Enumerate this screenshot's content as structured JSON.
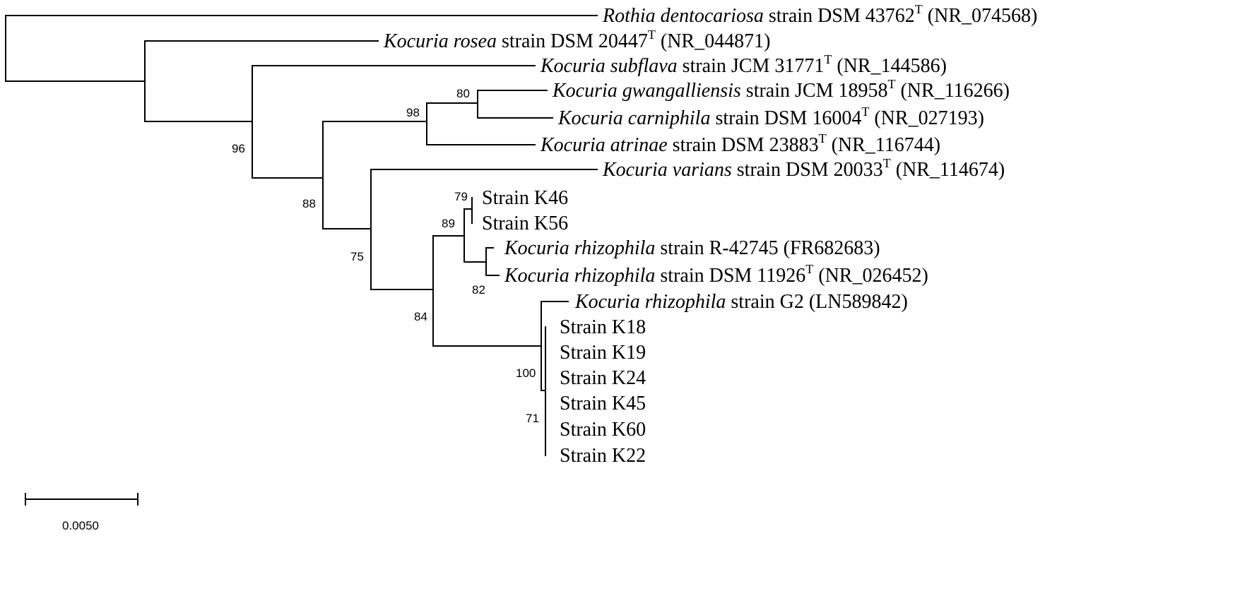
{
  "taxa": [
    {
      "id": "rothia",
      "species": "Rothia dentocariosa",
      "strain": " strain DSM 43762",
      "type": "T",
      "acc": " (NR_074568)"
    },
    {
      "id": "rosea",
      "species": "Kocuria rosea",
      "strain": " strain DSM 20447",
      "type": "T",
      "acc": " (NR_044871)"
    },
    {
      "id": "subflava",
      "species": "Kocuria subflava",
      "strain": " strain JCM 31771",
      "type": "T",
      "acc": " (NR_144586)"
    },
    {
      "id": "gwang",
      "species": "Kocuria gwangalliensis",
      "strain": " strain JCM 18958",
      "type": "T",
      "acc": " (NR_116266)"
    },
    {
      "id": "carni",
      "species": "Kocuria carniphila",
      "strain": " strain DSM 16004",
      "type": "T",
      "acc": " (NR_027193)"
    },
    {
      "id": "atrinae",
      "species": "Kocuria atrinae",
      "strain": " strain DSM 23883",
      "type": "T",
      "acc": " (NR_116744)"
    },
    {
      "id": "varians",
      "species": "Kocuria varians",
      "strain": " strain DSM 20033",
      "type": "T",
      "acc": " (NR_114674)"
    },
    {
      "id": "k46",
      "species": "",
      "strain": "Strain K46",
      "type": "",
      "acc": ""
    },
    {
      "id": "k56",
      "species": "",
      "strain": "Strain K56",
      "type": "",
      "acc": ""
    },
    {
      "id": "rhizoR",
      "species": "Kocuria rhizophila",
      "strain": " strain R-42745",
      "type": "",
      "acc": " (FR682683)"
    },
    {
      "id": "rhizoDSM",
      "species": "Kocuria rhizophila",
      "strain": " strain DSM 11926",
      "type": "T",
      "acc": " (NR_026452)"
    },
    {
      "id": "rhizoG2",
      "species": "Kocuria rhizophila",
      "strain": " strain G2",
      "type": "",
      "acc": " (LN589842)"
    },
    {
      "id": "k18",
      "species": "",
      "strain": "Strain K18",
      "type": "",
      "acc": ""
    },
    {
      "id": "k19",
      "species": "",
      "strain": "Strain K19",
      "type": "",
      "acc": ""
    },
    {
      "id": "k24",
      "species": "",
      "strain": "Strain K24",
      "type": "",
      "acc": ""
    },
    {
      "id": "k45",
      "species": "",
      "strain": "Strain K45",
      "type": "",
      "acc": ""
    },
    {
      "id": "k60",
      "species": "",
      "strain": "Strain K60",
      "type": "",
      "acc": ""
    },
    {
      "id": "k22",
      "species": "",
      "strain": "Strain K22",
      "type": "",
      "acc": ""
    }
  ],
  "bootstrap": [
    {
      "id": "bs96",
      "value": "96"
    },
    {
      "id": "bs80",
      "value": "80"
    },
    {
      "id": "bs98",
      "value": "98"
    },
    {
      "id": "bs88",
      "value": "88"
    },
    {
      "id": "bs79",
      "value": "79"
    },
    {
      "id": "bs89",
      "value": "89"
    },
    {
      "id": "bs75",
      "value": "75"
    },
    {
      "id": "bs82",
      "value": "82"
    },
    {
      "id": "bs84",
      "value": "84"
    },
    {
      "id": "bs100",
      "value": "100"
    },
    {
      "id": "bs71",
      "value": "71"
    }
  ],
  "scale": {
    "label": "0.0050"
  }
}
